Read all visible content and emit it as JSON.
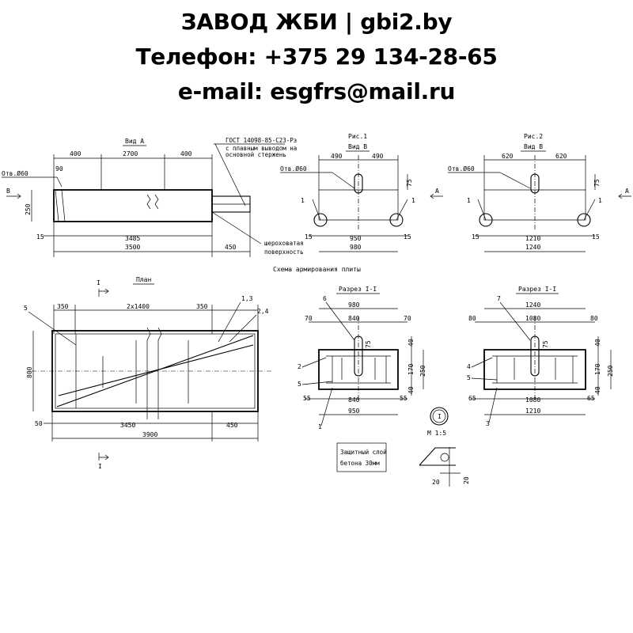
{
  "header": {
    "line1": "ЗАВОД ЖБИ | gbi2.by",
    "line2": "Телефон: +375 29 134-28-65",
    "line3": "e-mail: esgfrs@mail.ru"
  },
  "drawing": {
    "vid_a": {
      "title": "Вид А",
      "gost": "ГОСТ 14098-85-С23-Рз",
      "gost_note1": "с плавным выводом на",
      "gost_note2": "основной стержень",
      "hole": "Отв.Ø60",
      "arrow_b": "В",
      "rough1": "шероховатая",
      "rough2": "поверхность",
      "dims": {
        "d400a": "400",
        "d2700": "2700",
        "d400b": "400",
        "d90": "90",
        "d250": "250",
        "d15": "15",
        "d3485": "3485",
        "d3500": "3500",
        "d450": "450"
      }
    },
    "ris1": {
      "title": "Рис.1",
      "view": "Вид В",
      "hole": "Отв.Ø60",
      "d490a": "490",
      "d490b": "490",
      "d75": "75",
      "d15a": "15",
      "d950": "950",
      "d15b": "15",
      "d980": "980",
      "n1a": "1",
      "n1b": "1",
      "arrow": "А"
    },
    "ris2": {
      "title": "Рис.2",
      "view": "Вид В",
      "hole": "Отв.Ø60",
      "d620a": "620",
      "d620b": "620",
      "d75": "75",
      "d15a": "15",
      "d1210": "1210",
      "d15b": "15",
      "d1240": "1240",
      "n1a": "1",
      "n1b": "1",
      "arrow": "А"
    },
    "scheme_title": "Схема армирования плиты",
    "plan": {
      "title": "План",
      "sec_top": "I",
      "sec_bottom": "I",
      "d350a": "350",
      "d2x1400": "2x1400",
      "d350b": "350",
      "d800": "800",
      "d50": "50",
      "d3450": "3450",
      "d450": "450",
      "d3900": "3900",
      "n5": "5",
      "n13": "1,3",
      "n24": "2,4"
    },
    "razrez1": {
      "title": "Разрез I-I",
      "d980": "980",
      "d70a": "70",
      "d840": "840",
      "d70b": "70",
      "d40a": "40",
      "d170": "170",
      "d250": "250",
      "d40b": "40",
      "d75": "75",
      "d55a": "55",
      "d840b": "840",
      "d55b": "55",
      "d950": "950",
      "n6": "6",
      "n2": "2",
      "n5": "5",
      "n1": "1"
    },
    "razrez2": {
      "title": "Разрез I-I",
      "d1240": "1240",
      "d80a": "80",
      "d1080": "1080",
      "d80b": "80",
      "d40a": "40",
      "d170": "170",
      "d250": "250",
      "d40b": "40",
      "d75": "75",
      "d65a": "65",
      "d1080b": "1080",
      "d65b": "65",
      "d1210": "1210",
      "n7": "7",
      "n4": "4",
      "n5": "5",
      "n3": "3"
    },
    "node": {
      "mark": "I",
      "scale": "М 1:5",
      "protect1": "Защитный слой",
      "protect2": "бетона 30мм",
      "d20a": "20",
      "d20b": "20"
    }
  }
}
